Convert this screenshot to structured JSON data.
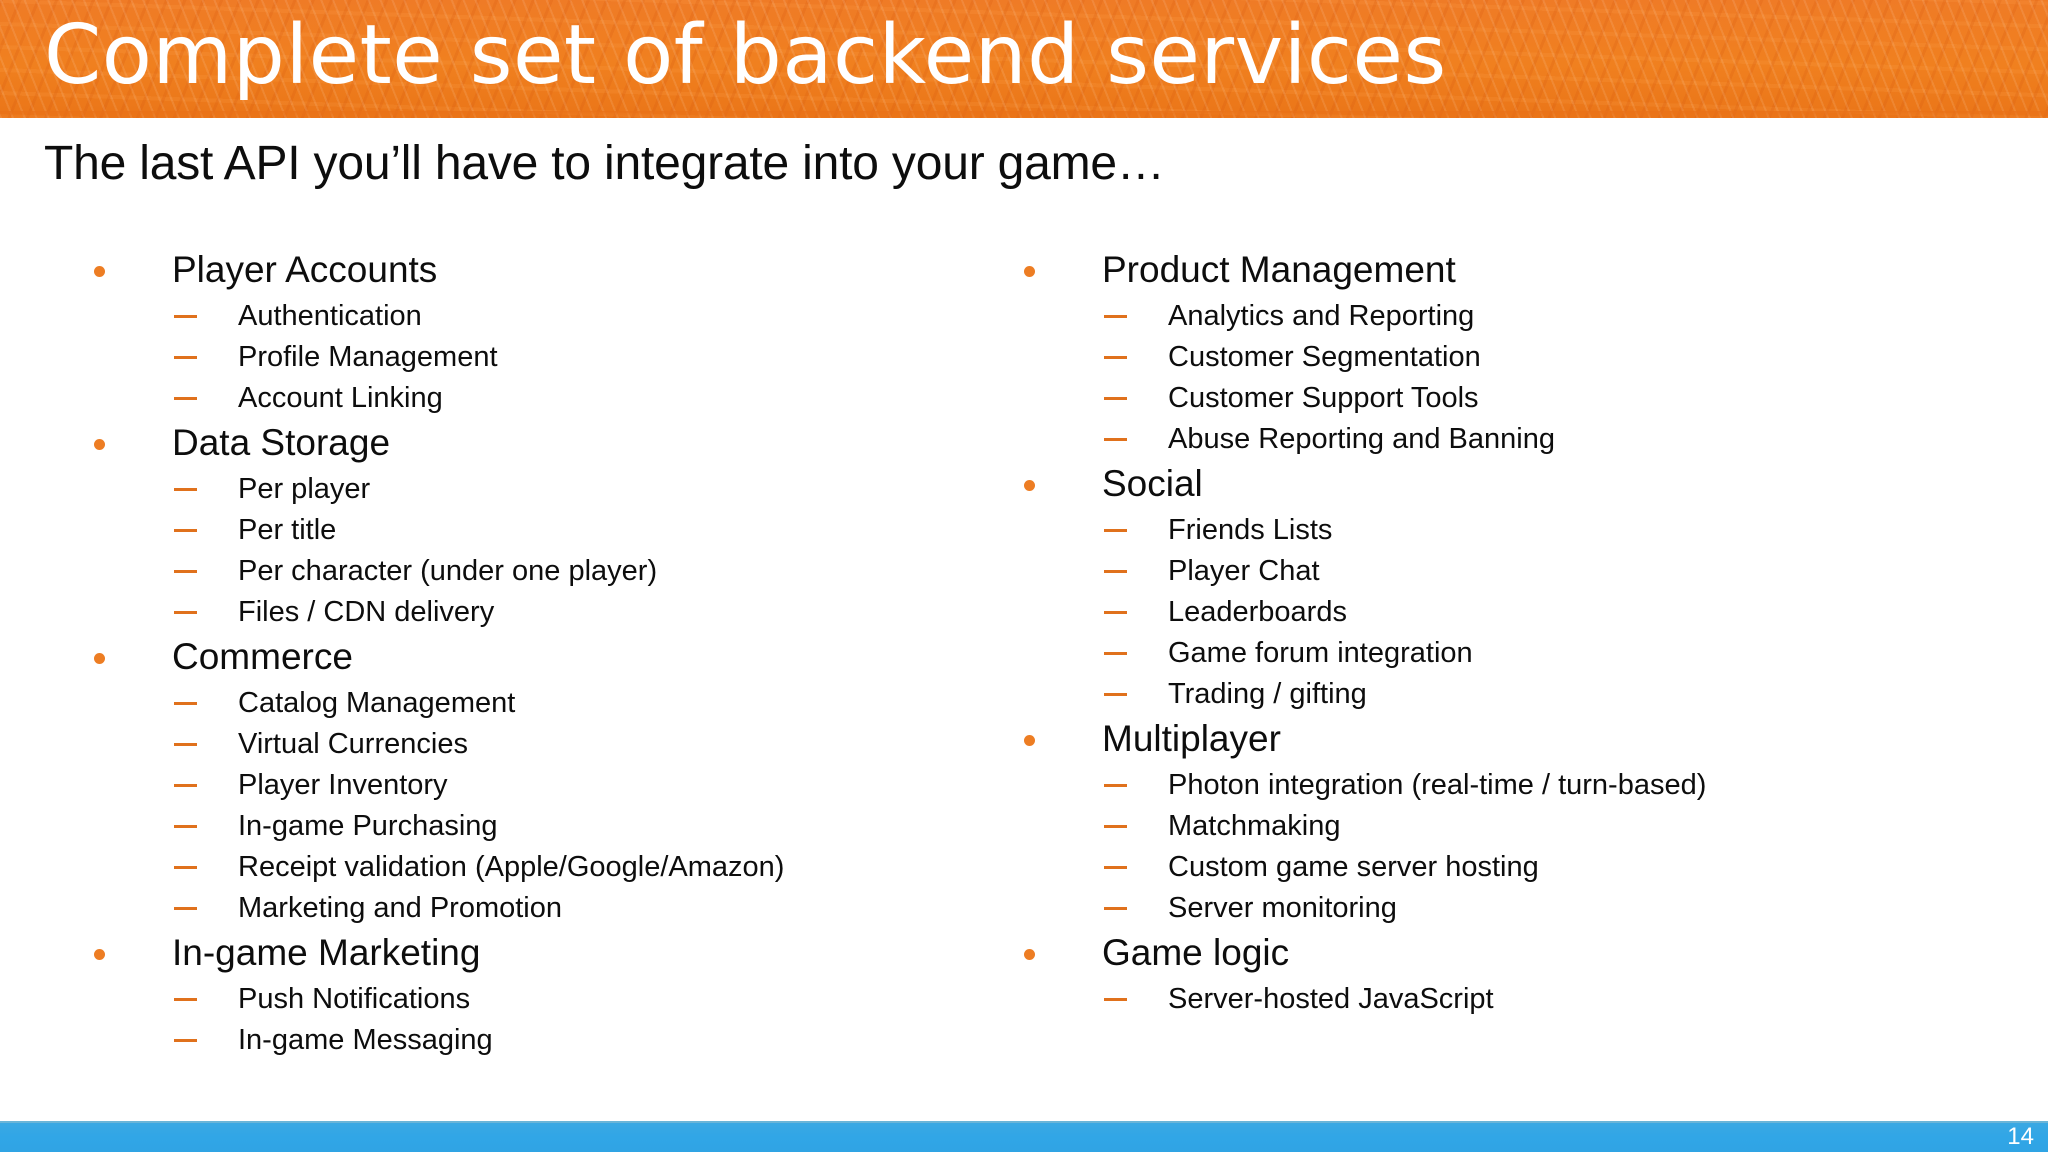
{
  "slide": {
    "title": "Complete set of backend services",
    "subtitle": "The last API you’ll have to integrate into your game…",
    "slide_number": "14",
    "colors": {
      "header_orange": "#f0801f",
      "bullet_orange": "#ed7d23",
      "dash_orange": "#e0711c",
      "footer_blue": "#31a6e6",
      "title_text": "#ffffff",
      "body_text": "#0d0d0d"
    }
  },
  "columns": {
    "left": [
      {
        "heading": "Player Accounts",
        "items": [
          "Authentication",
          "Profile Management",
          "Account Linking"
        ]
      },
      {
        "heading": "Data Storage",
        "items": [
          "Per player",
          "Per title",
          "Per character (under one player)",
          "Files / CDN delivery"
        ]
      },
      {
        "heading": "Commerce",
        "items": [
          "Catalog Management",
          "Virtual Currencies",
          "Player Inventory",
          "In-game Purchasing",
          "Receipt validation (Apple/Google/Amazon)",
          "Marketing and Promotion"
        ]
      },
      {
        "heading": "In-game Marketing",
        "items": [
          "Push Notifications",
          "In-game Messaging"
        ]
      }
    ],
    "right": [
      {
        "heading": "Product Management",
        "items": [
          "Analytics and Reporting",
          "Customer Segmentation",
          "Customer Support Tools",
          "Abuse Reporting and Banning"
        ]
      },
      {
        "heading": "Social",
        "items": [
          "Friends Lists",
          "Player Chat",
          "Leaderboards",
          "Game forum integration",
          "Trading / gifting"
        ]
      },
      {
        "heading": "Multiplayer",
        "items": [
          "Photon integration (real-time / turn-based)",
          "Matchmaking",
          "Custom game server hosting",
          "Server monitoring"
        ]
      },
      {
        "heading": "Game logic",
        "items": [
          "Server-hosted JavaScript"
        ]
      }
    ]
  }
}
